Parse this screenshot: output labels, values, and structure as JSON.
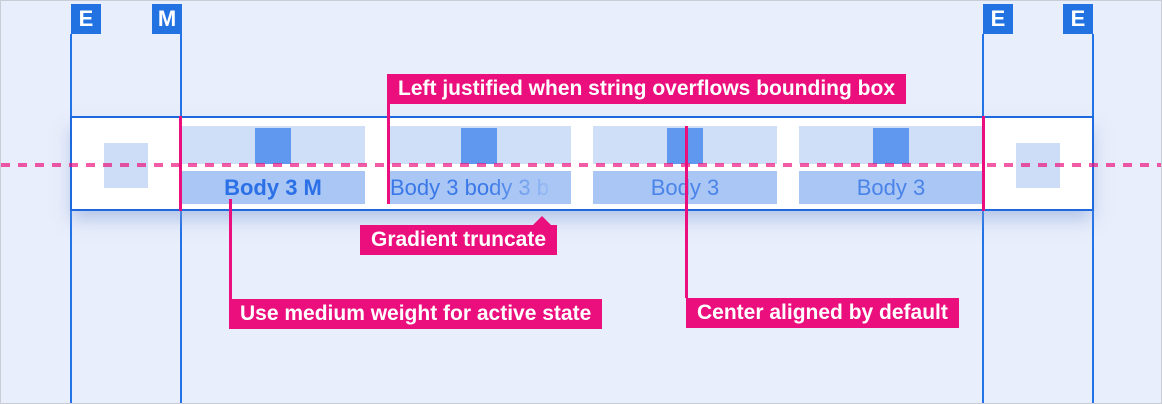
{
  "colors": {
    "accent-pink": "#EA0F7D",
    "guide-blue": "#2373E8",
    "bar-border-blue": "#1F68DD",
    "tab-pad-blue": "#CFDFF8",
    "icon-blue": "#6097EF",
    "text-row-blue": "#A9C6F5",
    "active-text-blue": "#2B70E6",
    "inactive-text-blue": "#4B84E9",
    "overflow-text-blue": "#3A78E8",
    "margin-square-blue": "#CDDDF8",
    "canvas-bg": "#E8EEFB"
  },
  "markers": [
    {
      "label": "E"
    },
    {
      "label": "M"
    },
    {
      "label": "E"
    },
    {
      "label": "E"
    }
  ],
  "tabs": [
    {
      "label": "Body 3 M",
      "state": "active",
      "alignment": "center"
    },
    {
      "label": "Body 3 body 3 b",
      "state": "overflow-gradient-truncated",
      "alignment": "left"
    },
    {
      "label": "Body 3",
      "state": "default",
      "alignment": "center"
    },
    {
      "label": "Body 3",
      "state": "default",
      "alignment": "center"
    }
  ],
  "annotations": {
    "left_justified": "Left justified when string overflows bounding box",
    "gradient_truncate": "Gradient truncate",
    "medium_weight": "Use medium weight for active state",
    "center_aligned": "Center aligned by default"
  }
}
